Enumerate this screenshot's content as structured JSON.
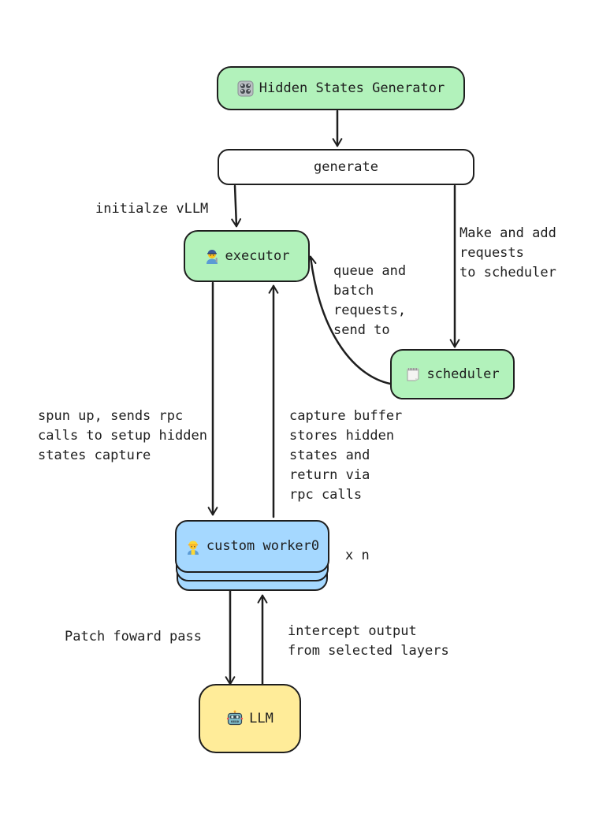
{
  "diagram": {
    "nodes": {
      "hidden_states_generator": {
        "label": "Hidden States Generator",
        "icon": "control-knobs-icon",
        "fill": "#b2f2bb"
      },
      "generate": {
        "label": "generate",
        "fill": "#ffffff"
      },
      "executor": {
        "label": "executor",
        "icon": "mechanic-icon",
        "fill": "#b2f2bb"
      },
      "scheduler": {
        "label": "scheduler",
        "icon": "notepad-icon",
        "fill": "#b2f2bb"
      },
      "custom_worker": {
        "label": "custom worker0",
        "icon": "construction-worker-icon",
        "fill": "#a5d8ff",
        "multiplicity": "x n"
      },
      "llm": {
        "label": "LLM",
        "icon": "robot-icon",
        "fill": "#ffec99"
      }
    },
    "annotations": {
      "initialize_vllm": "initialze vLLM",
      "make_requests": "Make and add\nrequests\nto scheduler",
      "queue_batch": "queue and\nbatch\nrequests,\nsend to",
      "spun_up": "spun up, sends rpc\ncalls to setup hidden\nstates capture",
      "capture_buffer": "capture buffer\nstores hidden\nstates and\nreturn via\nrpc calls",
      "patch_forward": "Patch foward pass",
      "intercept_output": "intercept output\nfrom selected layers"
    },
    "colors": {
      "stroke": "#1e1e1e",
      "green": "#b2f2bb",
      "blue": "#a5d8ff",
      "yellow": "#ffec99",
      "white": "#ffffff"
    }
  }
}
